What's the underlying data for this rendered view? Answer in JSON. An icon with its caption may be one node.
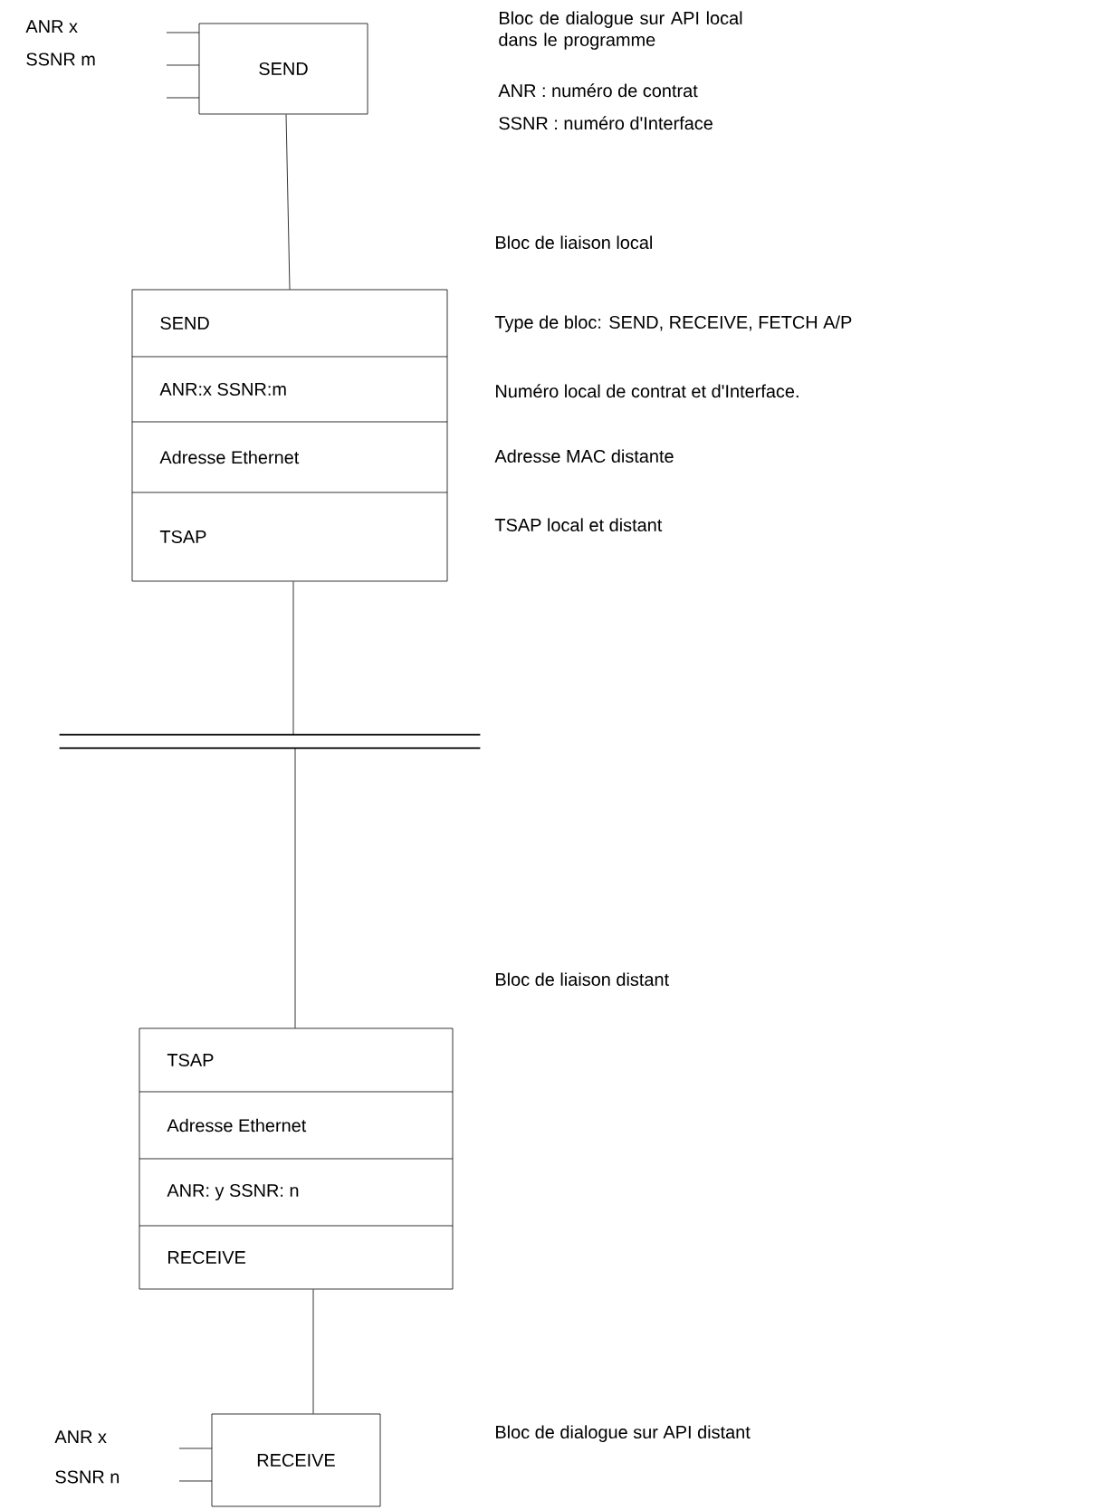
{
  "diagram": {
    "nodes": [
      {
        "text": [
          "SEND"
        ]
      },
      {
        "text": [
          "SEND",
          "ANR:x  SSNR:m",
          "Adresse Ethernet",
          "TSAP"
        ]
      },
      {
        "text": [],
        "shape": "bar"
      },
      {
        "text": [
          "TSAP",
          "Adresse Ethernet",
          "ANR: y  SSNR: n",
          "RECEIVE"
        ]
      },
      {
        "text": [
          "RECEIVE"
        ]
      }
    ],
    "edges": [
      {
        "from": 0,
        "to": 1,
        "arrow": "none"
      },
      {
        "from": 1,
        "to": 2,
        "arrow": "none"
      },
      {
        "from": 2,
        "to": 3,
        "arrow": "none"
      },
      {
        "from": 3,
        "to": 4,
        "arrow": "none"
      }
    ],
    "labels": [
      "ANR  x",
      "SSNR m",
      "Bloc de dialogue sur API local dans le programme",
      "ANR  : numéro de contrat",
      "SSNR : numéro d'Interface",
      "Bloc de liaison local",
      "Type de bloc: SEND, RECEIVE, FETCH A/P",
      "Numéro local de contrat et d'Interface.",
      "Adresse MAC distante",
      "TSAP local et distant",
      "Bloc de liaison distant",
      "ANR  x",
      "SSNR n",
      "Bloc de dialogue sur API distant"
    ]
  }
}
